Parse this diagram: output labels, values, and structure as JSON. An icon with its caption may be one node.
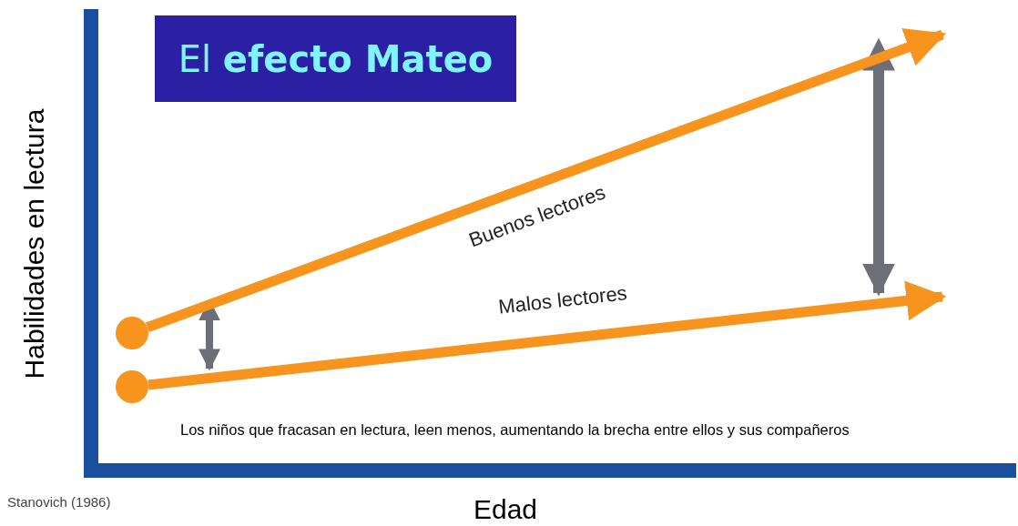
{
  "diagram": {
    "title": "El **efecto Mateo**",
    "nodes": [
      {
        "text": [],
        "shape": "circle"
      },
      {
        "text": [],
        "shape": "circle"
      }
    ],
    "edges": [
      {
        "from": 0,
        "to": null,
        "arrow": "to",
        "label": "Buenos lectores"
      },
      {
        "from": 1,
        "to": null,
        "arrow": "to",
        "label": "Malos lectores"
      }
    ],
    "labels": [
      "Habilidades en lectura",
      "Los niños que fracasan en lectura, leen menos, aumentando la brecha entre ellos y sus compañeros",
      "Stanovich (1986)",
      "Edad"
    ]
  }
}
